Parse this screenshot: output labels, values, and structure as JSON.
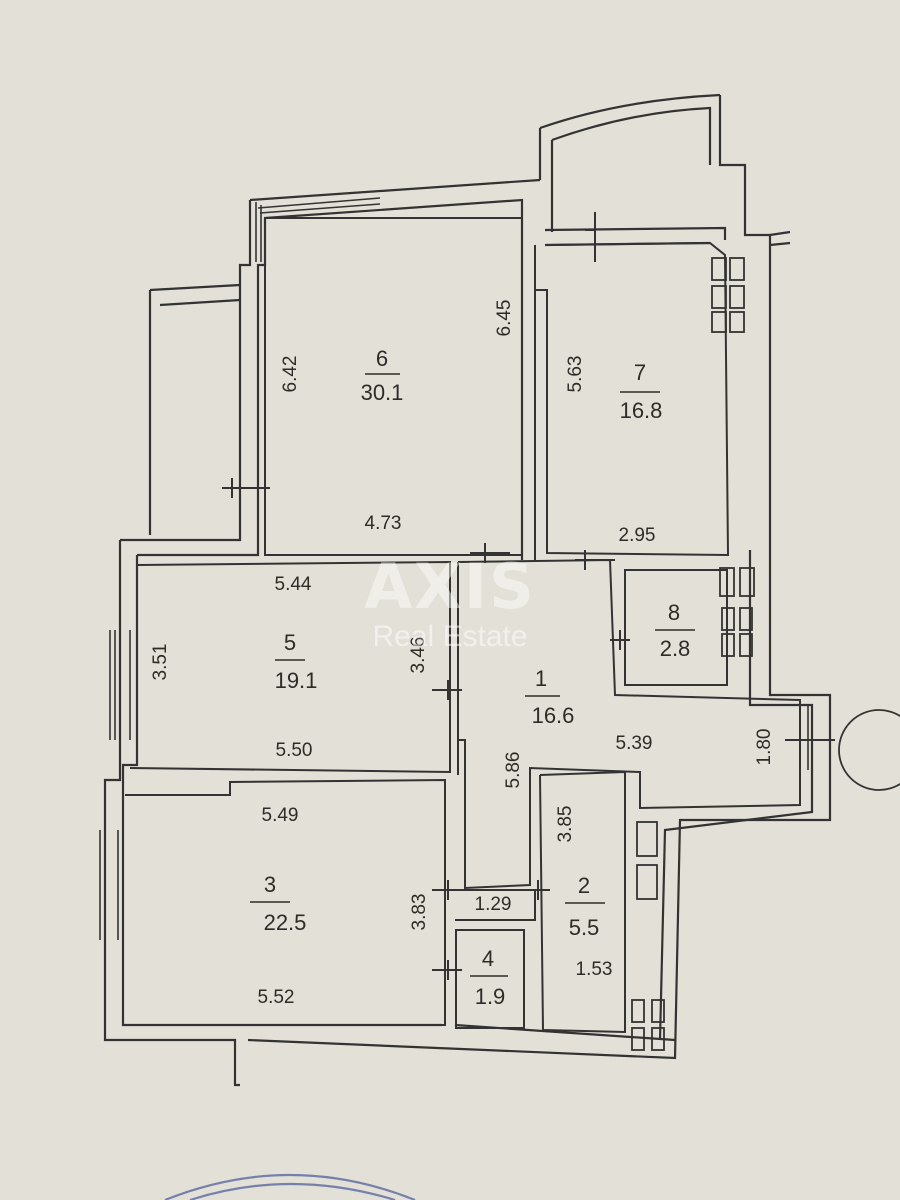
{
  "rooms": [
    {
      "number": "6",
      "area": "30.1"
    },
    {
      "number": "7",
      "area": "16.8"
    },
    {
      "number": "5",
      "area": "19.1"
    },
    {
      "number": "1",
      "area": "16.6"
    },
    {
      "number": "8",
      "area": "2.8"
    },
    {
      "number": "3",
      "area": "22.5"
    },
    {
      "number": "2",
      "area": "5.5"
    },
    {
      "number": "4",
      "area": "1.9"
    }
  ],
  "dimensions": {
    "room6_height_left": "6.42",
    "room6_height_right": "6.45",
    "room6_width": "4.73",
    "room7_height": "5.63",
    "room7_width": "2.95",
    "room5_width_top": "5.44",
    "room5_height_left": "3.51",
    "room5_height_right": "3.46",
    "room5_width_bottom": "5.50",
    "room1_width": "5.39",
    "room1_height": "5.86",
    "balcony_depth": "1.80",
    "room3_width_top": "5.49",
    "room3_height": "3.83",
    "room3_width_bottom": "5.52",
    "corridor_width": "1.29",
    "room2_height": "3.85",
    "room2_width": "1.53"
  },
  "watermark": {
    "brand": "AXIS",
    "subtitle": "Real Estate"
  },
  "colors": {
    "paper": "#e3e0d8",
    "wall_line": "#333333",
    "watermark": "#ffffff"
  }
}
